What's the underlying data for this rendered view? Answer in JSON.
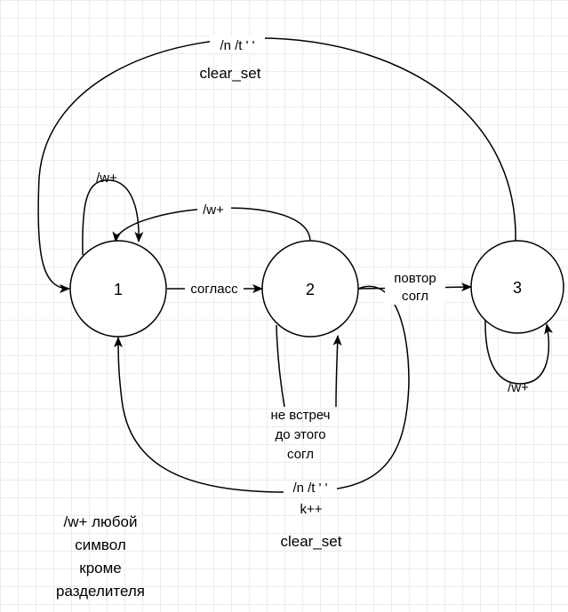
{
  "diagram": {
    "states": [
      {
        "id": "s1",
        "label": "1"
      },
      {
        "id": "s2",
        "label": "2"
      },
      {
        "id": "s3",
        "label": "3"
      }
    ],
    "edges": {
      "s1_self": [
        "/w+"
      ],
      "s2_to_s1_top": [
        "/w+"
      ],
      "s1_to_s2": [
        "согласс"
      ],
      "s2_to_s3": [
        "повтор",
        "согл"
      ],
      "s3_self": [
        "/w+"
      ],
      "s2_self": [
        "не встреч",
        "до этого",
        "согл"
      ],
      "s3_to_s1_top": [
        "/n /t ' '",
        "clear_set"
      ],
      "s2_to_s1_bottom": [
        "/n /t ' '",
        "k++",
        "clear_set"
      ]
    },
    "legend": [
      "/w+ любой",
      "символ",
      "кроме",
      "разделителя"
    ],
    "colors": {
      "stroke": "#000000",
      "fill": "#ffffff",
      "grid": "#ececec"
    }
  }
}
